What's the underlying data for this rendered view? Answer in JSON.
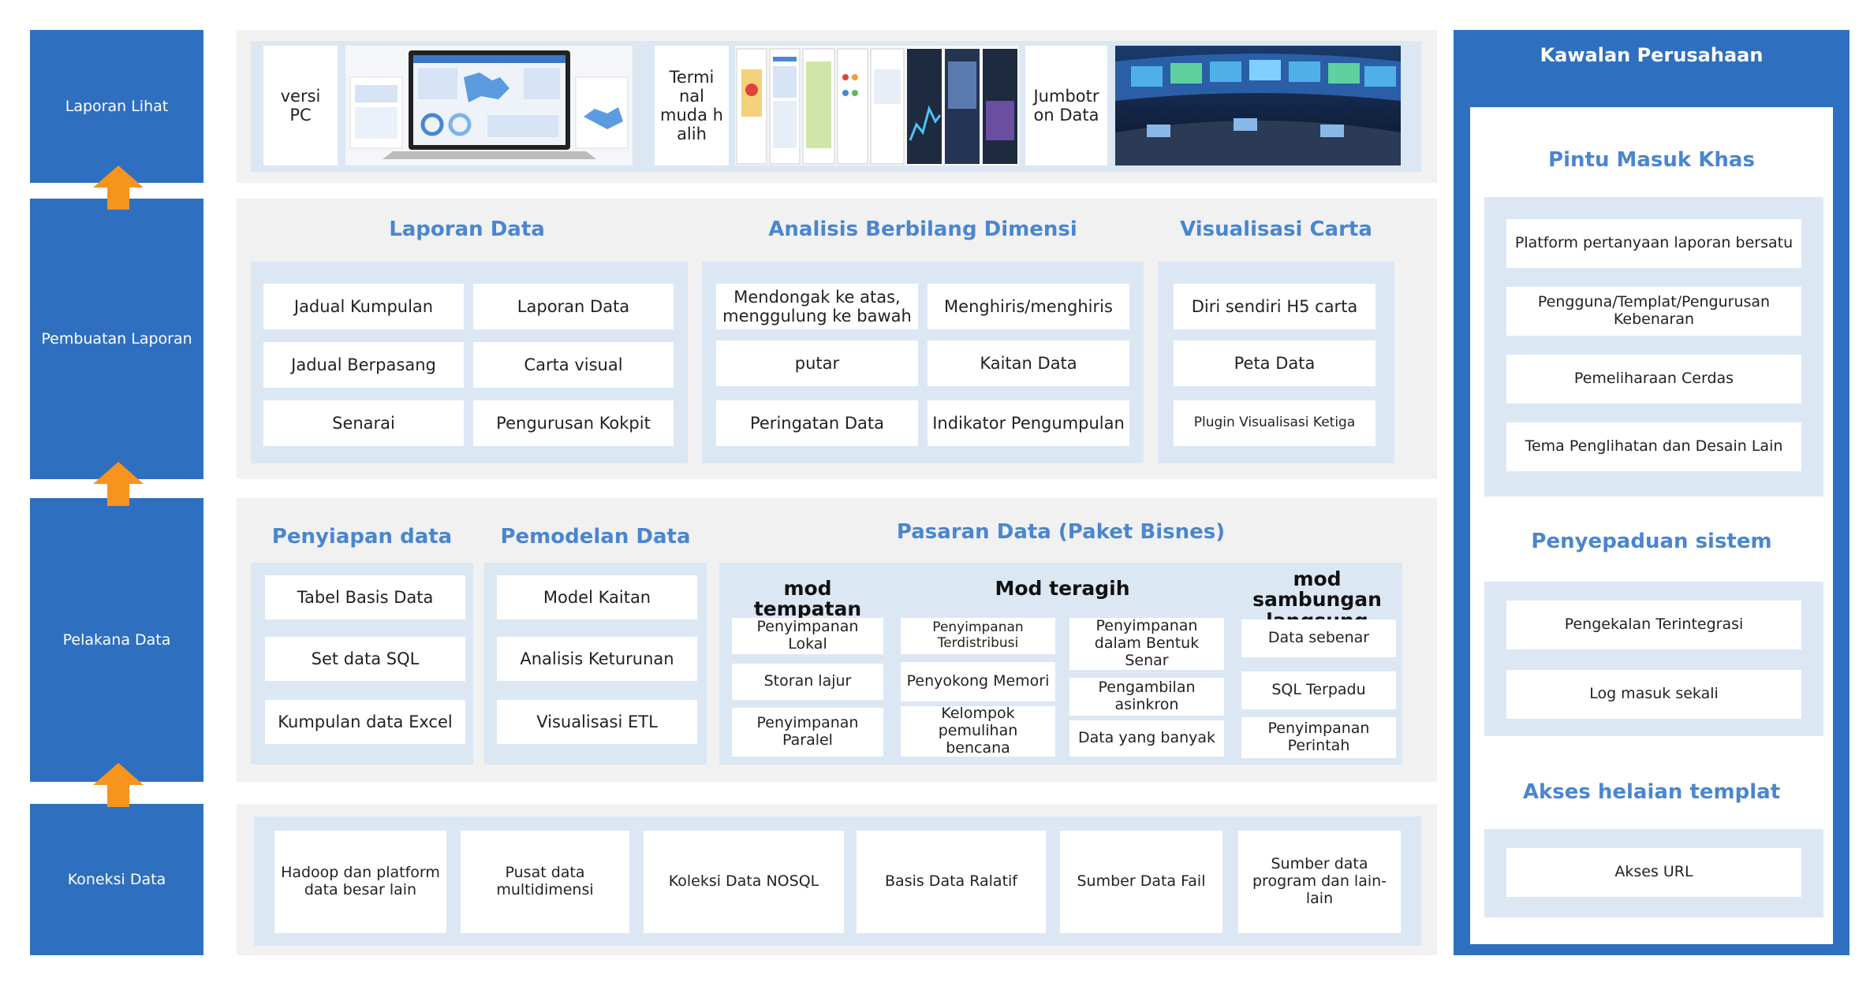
{
  "layers": {
    "view": "Laporan Lihat",
    "creation": "Pembuatan Laporan",
    "execution": "Pelakana Data",
    "connection": "Koneksi Data"
  },
  "display": {
    "pc": "versi PC",
    "mobile": "Termi nal muda h alih",
    "jumbotron": "Jumbotr on Data"
  },
  "creation": {
    "report": {
      "title": "Laporan Data",
      "items": [
        "Jadual Kumpulan",
        "Laporan Data",
        "Jadual Berpasang",
        "Carta visual",
        "Senarai",
        "Pengurusan Kokpit"
      ]
    },
    "analysis": {
      "title": "Analisis Berbilang Dimensi",
      "items": [
        "Mendongak ke atas, menggulung ke bawah",
        "Menghiris/menghiris",
        "putar",
        "Kaitan Data",
        "Peringatan Data",
        "Indikator Pengumpulan"
      ]
    },
    "visual": {
      "title": "Visualisasi Carta",
      "items": [
        "Diri sendiri H5 carta",
        "Peta Data",
        "Plugin Visualisasi Ketiga"
      ]
    }
  },
  "execution": {
    "prep": {
      "title": "Penyiapan data",
      "items": [
        "Tabel Basis Data",
        "Set data SQL",
        "Kumpulan data Excel"
      ]
    },
    "model": {
      "title": "Pemodelan Data",
      "items": [
        "Model Kaitan",
        "Analisis Keturunan",
        "Visualisasi ETL"
      ]
    },
    "market": {
      "title": "Pasaran Data (Paket Bisnes)",
      "local": {
        "title": "mod tempatan",
        "items": [
          "Penyimpanan Lokal",
          "Storan lajur",
          "Penyimpanan Paralel"
        ]
      },
      "latest": {
        "title": "Mod teragih",
        "col1": [
          "Penyimpanan Terdistribusi",
          "Penyokong Memori",
          "Kelompok pemulihan bencana"
        ],
        "col2": [
          "Penyimpanan dalam Bentuk Senar",
          "Pengambilan asinkron",
          "Data yang banyak"
        ]
      },
      "direct": {
        "title": "mod sambungan langsung",
        "items": [
          "Data sebenar",
          "SQL Terpadu",
          "Penyimpanan Perintah"
        ]
      }
    }
  },
  "connection": {
    "items": [
      "Hadoop dan platform data besar lain",
      "Pusat data multidimensi",
      "Koleksi Data NOSQL",
      "Basis Data Ralatif",
      "Sumber Data Fail",
      "Sumber data program dan lain-lain"
    ]
  },
  "enterprise": {
    "title": "Kawalan Perusahaan",
    "entry": {
      "title": "Pintu Masuk Khas",
      "items": [
        "Platform pertanyaan laporan bersatu",
        "Pengguna/Templat/Pengurusan Kebenaran",
        "Pemeliharaan Cerdas",
        "Tema Penglihatan dan Desain Lain"
      ]
    },
    "integration": {
      "title": "Penyepaduan sistem",
      "items": [
        "Pengekalan Terintegrasi",
        "Log masuk sekali"
      ]
    },
    "access": {
      "title": "Akses helaian templat",
      "items": [
        "Akses URL"
      ]
    }
  },
  "colors": {
    "primary": "#2f6fbf",
    "accent_text": "#4a86d0",
    "panel": "#f1f1f1",
    "inner": "#dce7f4",
    "arrow": "#f7941d"
  }
}
